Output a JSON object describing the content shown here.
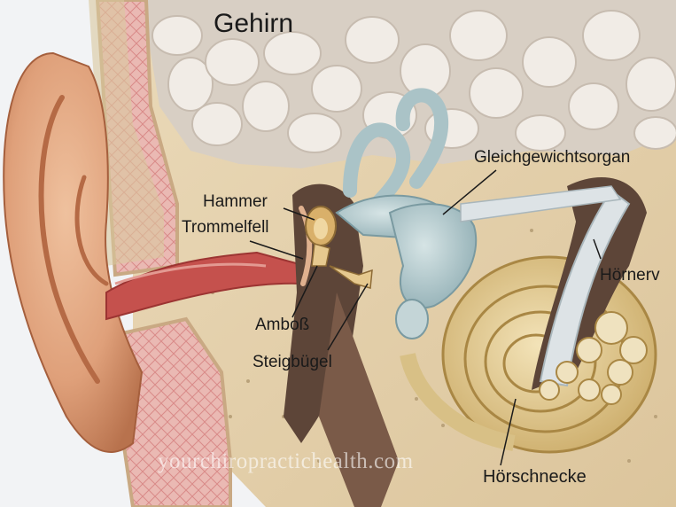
{
  "labels": {
    "brain": "Gehirn",
    "hammer": "Hammer",
    "eardrum": "Trommelfell",
    "balance_organ": "Gleichgewichtsorgan",
    "auditory_nerve": "Hörnerv",
    "anvil": "Amboß",
    "stirrup": "Steigbügel",
    "cochlea": "Hörschnecke"
  },
  "watermark": "yourchiropractichealth.com",
  "colors": {
    "background": "#f2f3f5",
    "bone": "#e4d0ac",
    "brain": "#efe8df",
    "ear_skin": "#dfa07a",
    "tissue_pink": "#e8b3ae",
    "canal_red": "#c5514d",
    "labyrinth": "#b3c9cc",
    "cochlea": "#e8d29a",
    "nerve": "#dde3e6",
    "cavity_dark": "#5d4538"
  }
}
